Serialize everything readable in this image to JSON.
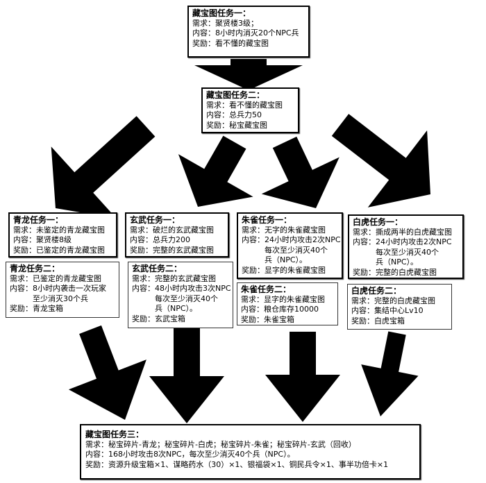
{
  "separator": "：",
  "labels": {
    "req": "需求",
    "content": "内容",
    "reward": "奖励"
  },
  "tasks": {
    "t1": {
      "title": "藏宝图任务一：",
      "req": [
        "聚贤楼3级；"
      ],
      "content": [
        "8小时内消灭20个NPC兵"
      ],
      "reward": [
        "看不懂的藏宝图"
      ]
    },
    "t2": {
      "title": "藏宝图任务二：",
      "req": [
        "看不懂的藏宝图"
      ],
      "content": [
        "总兵力50"
      ],
      "reward": [
        "秘宝藏宝图"
      ]
    },
    "qinglong1": {
      "title": "青龙任务一：",
      "req": [
        "未鉴定的青龙藏宝图"
      ],
      "content": [
        "聚贤楼8级"
      ],
      "reward": [
        "已鉴定的青龙藏宝图"
      ]
    },
    "qinglong2": {
      "title": "青龙任务二：",
      "req": [
        "已鉴定的青龙藏宝图"
      ],
      "content": [
        "8小时内袭击一次玩家",
        "至少消灭30个兵"
      ],
      "reward": [
        "青龙宝箱"
      ]
    },
    "xuanwu1": {
      "title": "玄武任务一：",
      "req": [
        "破烂的玄武藏宝图"
      ],
      "content": [
        "总兵力200"
      ],
      "reward": [
        "完整的玄武藏宝图"
      ]
    },
    "xuanwu2": {
      "title": "玄武任务二：",
      "req": [
        "完整的玄武藏宝图"
      ],
      "content": [
        "48小时内攻击3次NPC",
        "每次至少消灭40个",
        "兵（NPC）。"
      ],
      "reward": [
        "玄武宝箱"
      ]
    },
    "zhuque1": {
      "title": "朱雀任务一：",
      "req": [
        "无字的朱雀藏宝图"
      ],
      "content": [
        "24小时内攻击2次NPC",
        "每次至少消灭40个",
        "兵（NPC）。"
      ],
      "reward": [
        "显字的朱雀藏宝图"
      ]
    },
    "zhuque2": {
      "title": "朱雀任务二：",
      "req": [
        "显字的朱雀藏宝图"
      ],
      "content": [
        "粮仓库存10000"
      ],
      "reward": [
        "朱雀宝箱"
      ]
    },
    "baihu1": {
      "title": "白虎任务一：",
      "req": [
        "撕成两半的白虎藏宝图"
      ],
      "content": [
        "24小时内攻击2次NPC",
        "每次至少消灭40个",
        "兵（NPC）。"
      ],
      "reward": [
        "完整的白虎藏宝图"
      ]
    },
    "baihu2": {
      "title": "白虎任务二：",
      "req": [
        "完整的白虎藏宝图"
      ],
      "content": [
        "集结中心Lv10"
      ],
      "reward": [
        "白虎宝箱"
      ]
    },
    "t3": {
      "title": "藏宝图任务三：",
      "req": [
        "秘宝碎片-青龙；秘宝碎片-白虎；秘宝碎片-朱雀；秘宝碎片-玄武（回收）"
      ],
      "content": [
        "168小时攻击8次NPC，每次至少消灭40个兵（NPC）。"
      ],
      "reward": [
        "资源升级宝箱×1、谋略药水（30）×1、银福袋×1、铜民兵令×1、事半功倍卡×1"
      ]
    }
  },
  "arrows": [
    {
      "from": "t1",
      "to": "t2"
    },
    {
      "from": "t2",
      "to": "qinglong1"
    },
    {
      "from": "t2",
      "to": "xuanwu1"
    },
    {
      "from": "t2",
      "to": "zhuque1"
    },
    {
      "from": "t2",
      "to": "baihu1"
    },
    {
      "from": "qinglong2",
      "to": "t3"
    },
    {
      "from": "xuanwu2",
      "to": "t3"
    },
    {
      "from": "zhuque2",
      "to": "t3"
    },
    {
      "from": "baihu2",
      "to": "t3"
    }
  ]
}
